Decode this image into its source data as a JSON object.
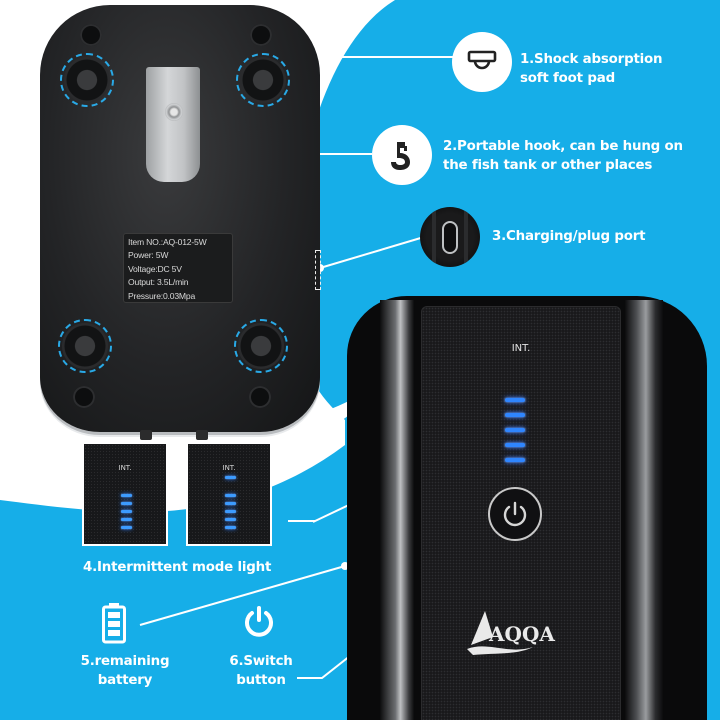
{
  "colors": {
    "accent_blue": "#16aee8",
    "white": "#ffffff",
    "device_black": "#1e1f21",
    "led_blue": "#2f86ff",
    "dashed_ring": "#29a9e6"
  },
  "product_label": {
    "lines": [
      "Item NO.:AQ-012-5W",
      "Power: 5W",
      "Voltage:DC 5V",
      "Output: 3.5L/min",
      "Pressure:0.03Mpa"
    ]
  },
  "callouts": [
    {
      "id": 1,
      "icon": "foot-pad-icon",
      "line1": "1.Shock absorption",
      "line2": "soft foot pad"
    },
    {
      "id": 2,
      "icon": "hook-icon",
      "line1": "2.Portable hook, can be hung on",
      "line2": "the fish tank or other places"
    },
    {
      "id": 3,
      "icon": "usb-port-icon",
      "line1": "3.Charging/plug port"
    },
    {
      "id": 4,
      "label": "4.Intermittent mode light"
    },
    {
      "id": 5,
      "icon": "battery-icon",
      "line1": "5.remaining",
      "line2": "battery"
    },
    {
      "id": 6,
      "icon": "power-icon",
      "line1": "6.Switch",
      "line2": "button"
    }
  ],
  "indicator_panels": [
    {
      "label": "INT.",
      "top_led_on": false,
      "leds_on": 5
    },
    {
      "label": "INT.",
      "top_led_on": true,
      "leds_on": 5
    }
  ],
  "front_device": {
    "indicator_label": "INT.",
    "leds_on": 5,
    "brand_logo": "AQQA"
  }
}
